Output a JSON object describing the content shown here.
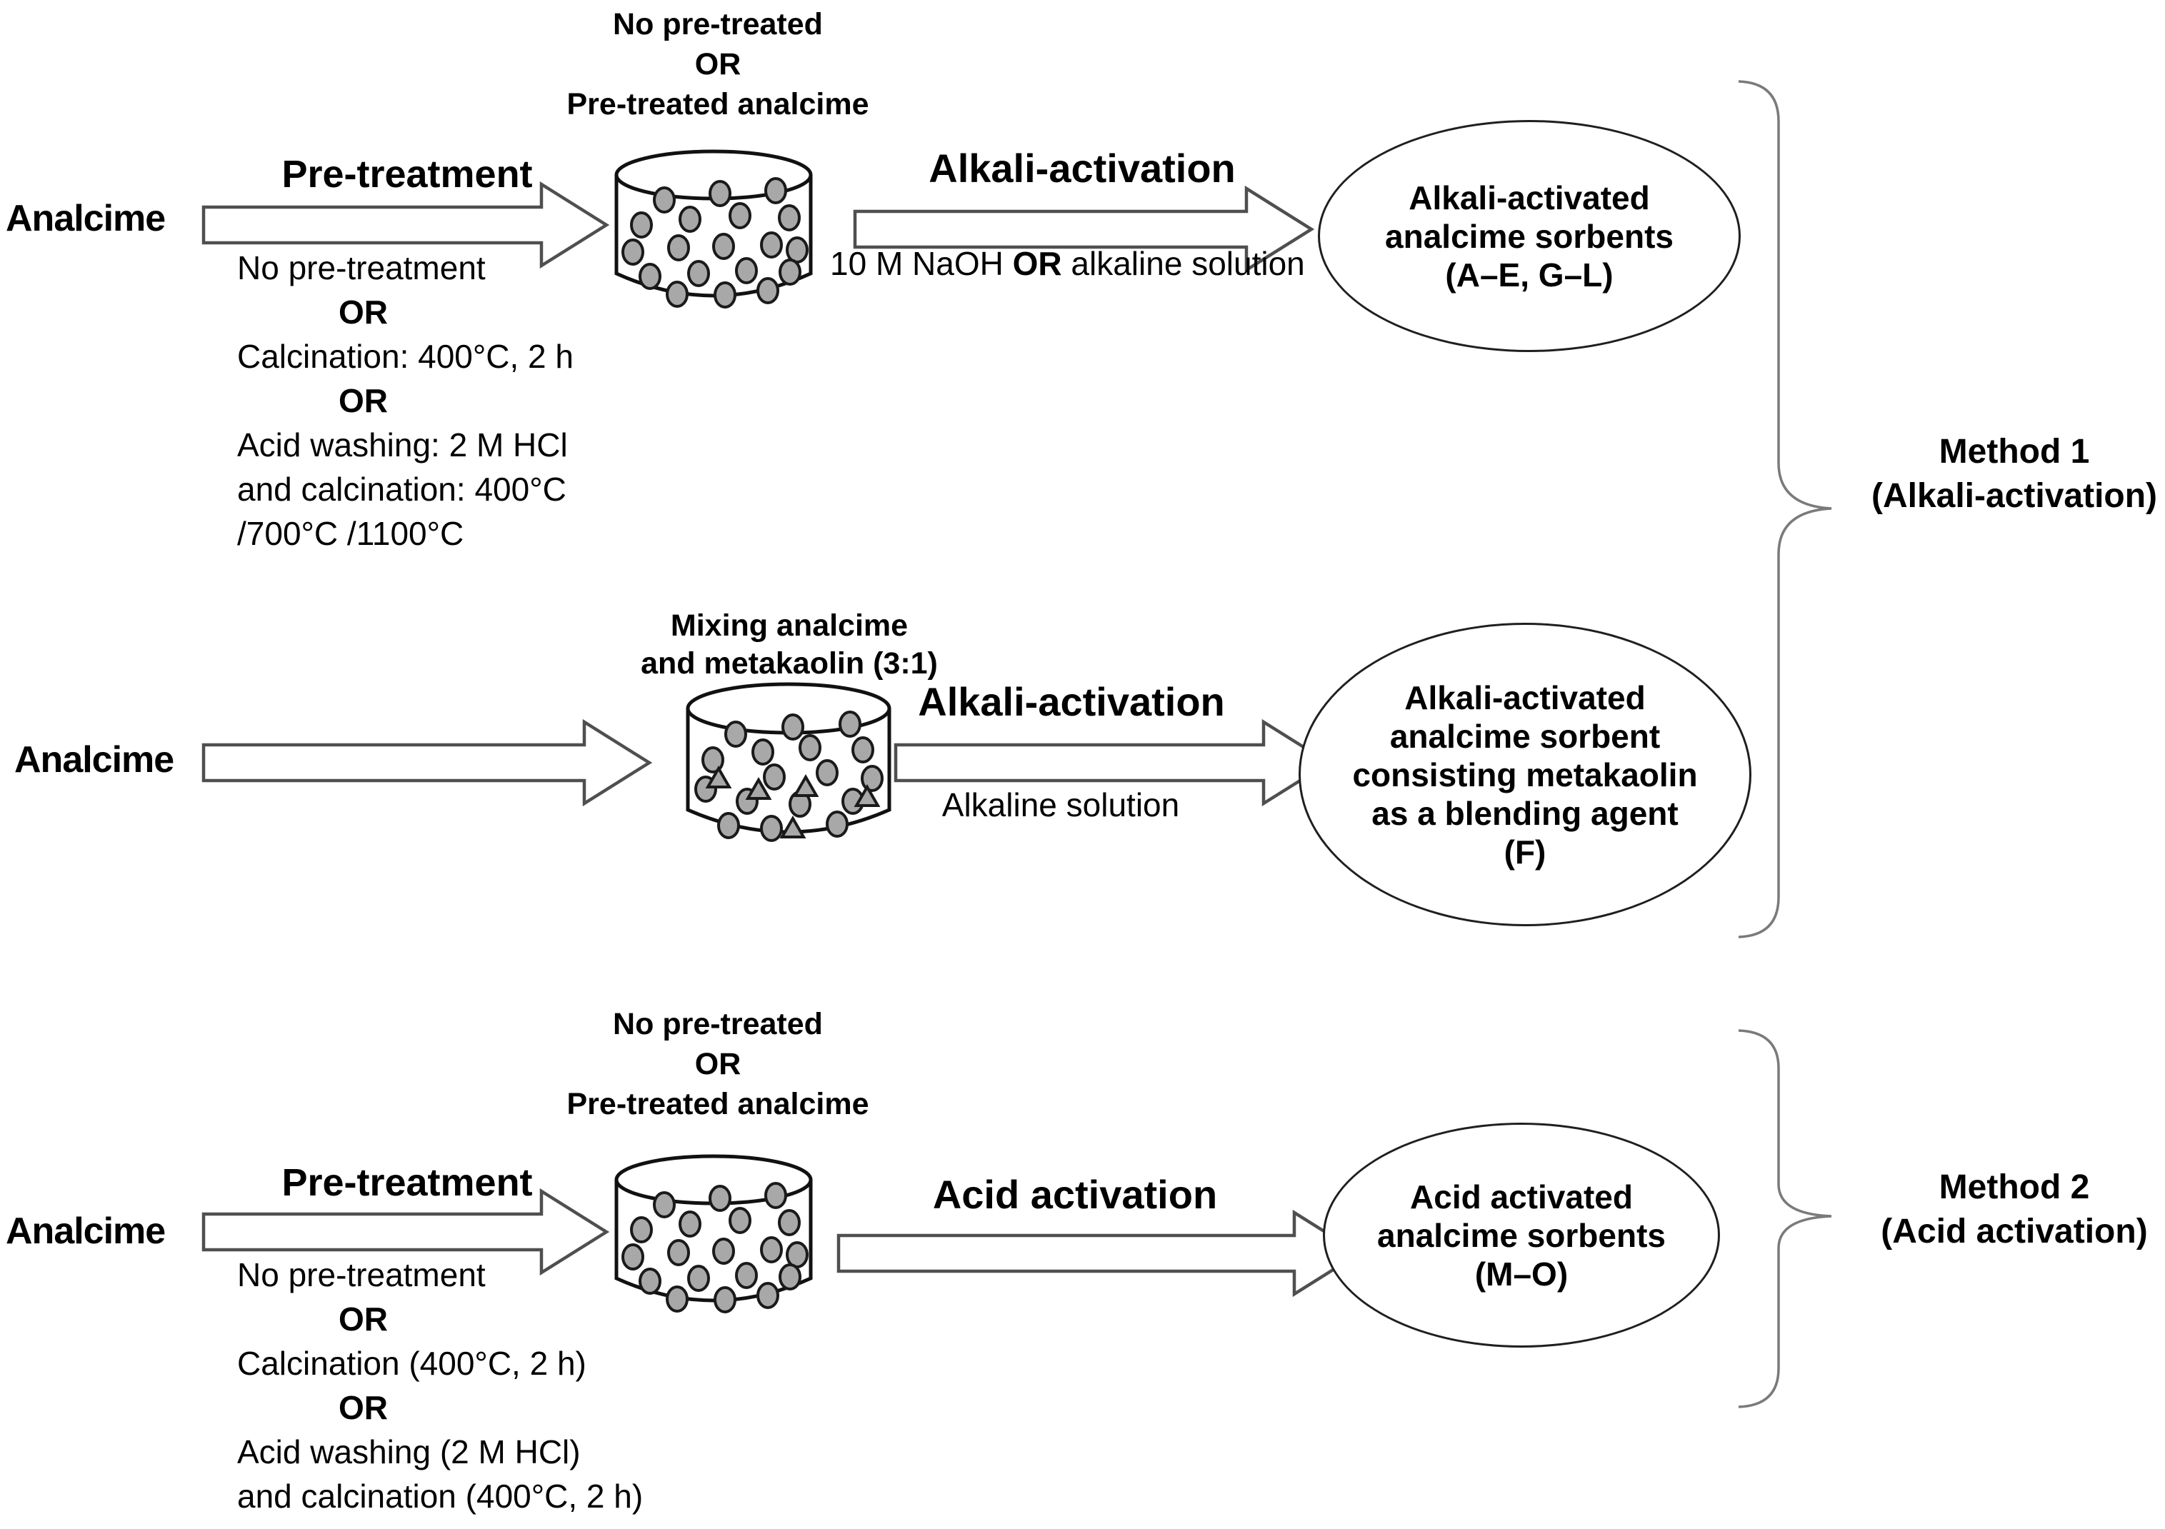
{
  "title": "Analcime sorbent preparation flow diagram",
  "colors": {
    "background": "#ffffff",
    "text": "#000000",
    "particle_fill": "#a8a8a8",
    "particle_stroke": "#1a1a1a",
    "arrow_outline": "#4f4f4f",
    "shape_outline": "#1f1f1f",
    "brace": "#7a7a7a"
  },
  "rows": [
    {
      "source": "Analcime",
      "step1_label": "Pre-treatment",
      "step1_options": [
        "No pre-treatment",
        "OR",
        "Calcination: 400°C, 2 h",
        "OR",
        "Acid washing: 2 M HCl",
        "and calcination: 400°C",
        "/700°C /1100°C"
      ],
      "vessel_label": [
        "No pre-treated",
        "OR",
        "Pre-treated analcime"
      ],
      "vessel_contents": "analcime-particles",
      "step2_label": "Alkali-activation",
      "step2_sub_pre": "10 M NaOH",
      "step2_sub_or": "OR",
      "step2_sub_post": "alkaline solution",
      "result": [
        "Alkali-activated",
        "analcime sorbents",
        "(A–E, G–L)"
      ]
    },
    {
      "source": "Analcime",
      "vessel_label": [
        "Mixing analcime",
        "and metakaolin (3:1)"
      ],
      "vessel_contents": "analcime-and-metakaolin-particles",
      "step2_label": "Alkali-activation",
      "step2_sublabel": "Alkaline solution",
      "result": [
        "Alkali-activated",
        "analcime sorbent",
        "consisting metakaolin",
        "as a blending agent",
        "(F)"
      ]
    },
    {
      "source": "Analcime",
      "step1_label": "Pre-treatment",
      "step1_options": [
        "No pre-treatment",
        "OR",
        "Calcination (400°C, 2 h)",
        "OR",
        "Acid washing (2 M HCl)",
        "and calcination (400°C, 2 h)"
      ],
      "vessel_label": [
        "No pre-treated",
        "OR",
        "Pre-treated analcime"
      ],
      "vessel_contents": "analcime-particles",
      "step2_label": "Acid activation",
      "result": [
        "Acid activated",
        "analcime sorbents",
        "(M–O)"
      ]
    }
  ],
  "methods": [
    {
      "line1": "Method 1",
      "line2": "(Alkali-activation)"
    },
    {
      "line1": "Method 2",
      "line2": "(Acid activation)"
    }
  ]
}
